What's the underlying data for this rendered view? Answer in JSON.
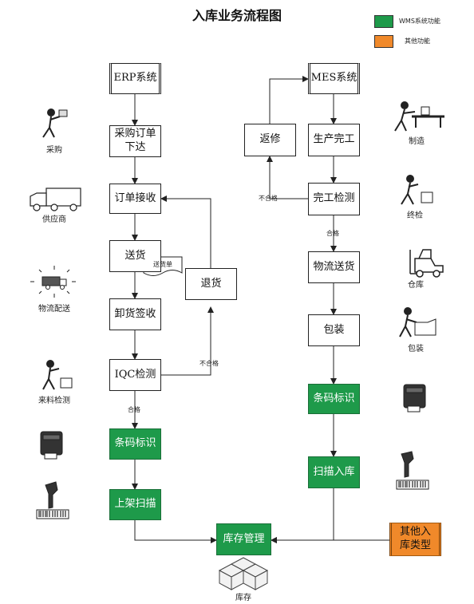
{
  "title": "入库业务流程图",
  "legend": [
    {
      "label": "WMS系统功能",
      "color": "#1e9a4a"
    },
    {
      "label": "其他功能",
      "color": "#f0892a"
    }
  ],
  "boxes": {
    "erp": "ERP系统",
    "purchase_order": "采购订单\n下达",
    "order_receive": "订单接收",
    "delivery": "送货",
    "unload_sign": "卸货签收",
    "iqc": "IQC检测",
    "barcode_left": "条码标识",
    "shelve_scan": "上架扫描",
    "return_goods": "退货",
    "mes": "MES系统",
    "production_done": "生产完工",
    "rework": "返修",
    "completion_check": "完工检测",
    "logistics_delivery": "物流送货",
    "packing": "包装",
    "barcode_right": "条码标识",
    "scan_inbound": "扫描入库",
    "inventory_mgmt": "库存管理",
    "other_inbound": "其他入\n库类型"
  },
  "doc_label": "送货单",
  "edge_labels": {
    "unqualified_left": "不合格",
    "qualified_left": "合格",
    "unqualified_right": "不合格",
    "qualified_right": "合格"
  },
  "icon_labels": {
    "purchase": "采购",
    "supplier": "供应商",
    "logistics": "物流配送",
    "incoming_check": "来料检测",
    "manufacture": "制造",
    "final_check": "终检",
    "warehouse": "仓库",
    "pack": "包装",
    "stock": "库存"
  },
  "colors": {
    "green": "#1e9a4a",
    "orange": "#f0892a"
  }
}
